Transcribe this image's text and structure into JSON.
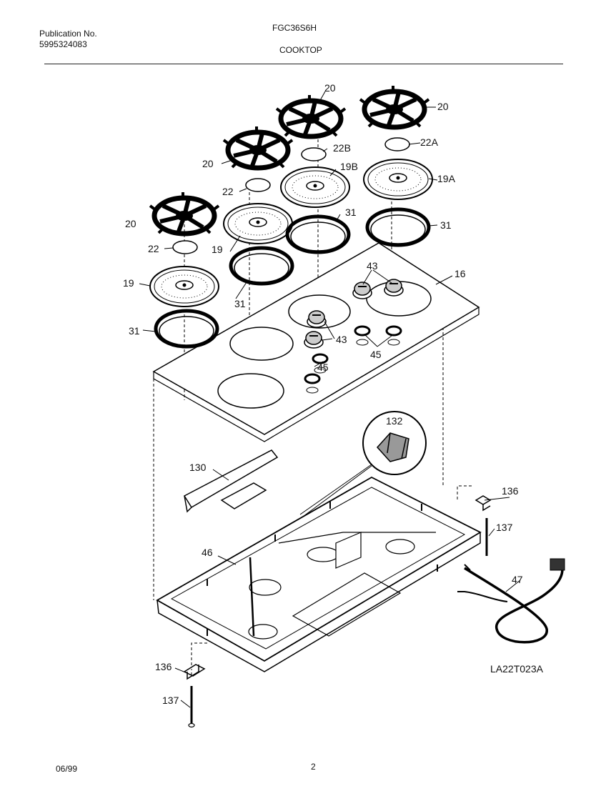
{
  "header": {
    "publication_label": "Publication No.",
    "publication_number": "5995324083",
    "model": "FGC36S6H",
    "section": "COOKTOP"
  },
  "footer": {
    "date": "06/99",
    "page": "2"
  },
  "diagram_ref": "LA22T023A",
  "callouts": {
    "grate_tl": "20",
    "grate_tc": "20",
    "grate_tr": "20",
    "grate_l": "20",
    "cap_22b": "22B",
    "cap_22a": "22A",
    "cap_22_top": "22",
    "cap_22_low": "22",
    "head_19b": "19B",
    "head_19a": "19A",
    "head_19_mid": "19",
    "head_19_low": "19",
    "ring_31_c": "31",
    "ring_31_r": "31",
    "ring_31_m": "31",
    "ring_31_l": "31",
    "knob_43_top": "43",
    "knob_43_mid": "43",
    "seal_45_l": "45",
    "seal_45_r": "45",
    "top_16": "16",
    "inset_132": "132",
    "bracket_130": "130",
    "pan_46": "46",
    "clip_136_r": "136",
    "screw_137_r": "137",
    "cord_47": "47",
    "clip_136_l": "136",
    "screw_137_l": "137"
  }
}
